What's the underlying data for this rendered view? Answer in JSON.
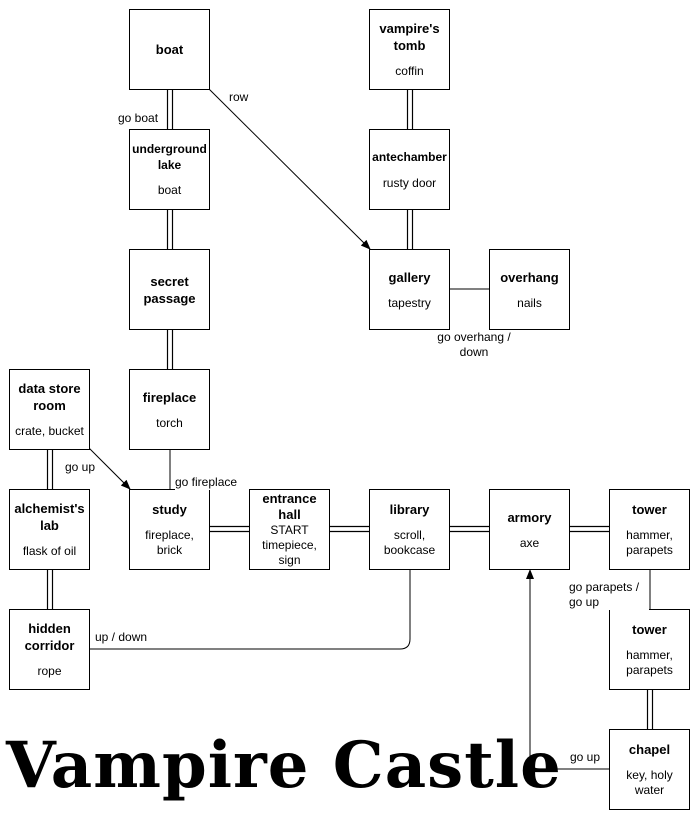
{
  "title": "Vampire Castle",
  "rooms": {
    "boat": {
      "name": "boat",
      "items": ""
    },
    "vampires_tomb": {
      "name": "vampire's tomb",
      "items": "coffin"
    },
    "underground_lake": {
      "name": "underground lake",
      "items": "boat"
    },
    "antechamber": {
      "name": "antechamber",
      "items": "rusty door"
    },
    "secret_passage": {
      "name": "secret passage",
      "items": ""
    },
    "gallery": {
      "name": "gallery",
      "items": "tapestry"
    },
    "overhang": {
      "name": "overhang",
      "items": "nails"
    },
    "data_store_room": {
      "name": "data store room",
      "items": "crate, bucket"
    },
    "fireplace": {
      "name": "fireplace",
      "items": "torch"
    },
    "alchemists_lab": {
      "name": "alchemist's lab",
      "items": "flask of oil"
    },
    "study": {
      "name": "study",
      "items": "fireplace, brick"
    },
    "entrance_hall": {
      "name": "entrance hall",
      "extra": "START",
      "items": "timepiece, sign"
    },
    "library": {
      "name": "library",
      "items": "scroll, bookcase"
    },
    "armory": {
      "name": "armory",
      "items": "axe"
    },
    "tower_upper": {
      "name": "tower",
      "items": "hammer, parapets"
    },
    "tower_lower": {
      "name": "tower",
      "items": "hammer, parapets"
    },
    "hidden_corridor": {
      "name": "hidden corridor",
      "items": "rope"
    },
    "chapel": {
      "name": "chapel",
      "items": "key, holy water"
    }
  },
  "labels": {
    "row": "row",
    "go_boat": "go boat",
    "go_overhang": "go overhang / down",
    "go_up": "go up",
    "go_fireplace": "go fireplace",
    "up_down": "up / down",
    "go_parapets": "go parapets / go up",
    "chapel_go_up": "go up"
  }
}
